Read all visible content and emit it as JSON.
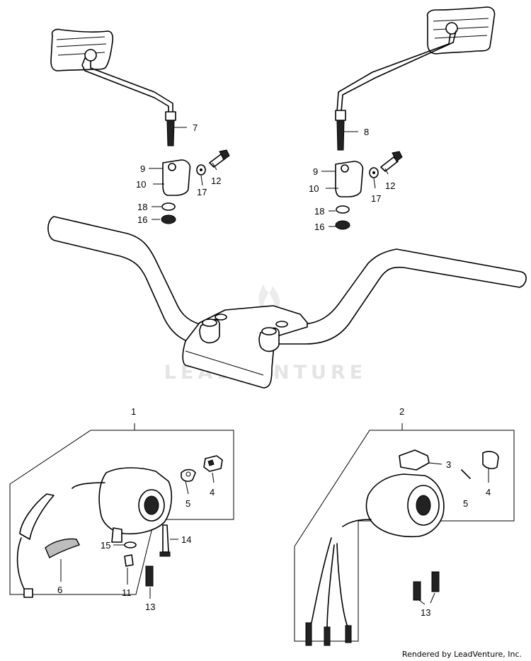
{
  "callouts": {
    "c1": "1",
    "c2": "2",
    "c3": "3",
    "c4a": "4",
    "c4b": "4",
    "c5a": "5",
    "c5b": "5",
    "c6": "6",
    "c7": "7",
    "c8": "8",
    "c9a": "9",
    "c9b": "9",
    "c10a": "10",
    "c10b": "10",
    "c11": "11",
    "c12a": "12",
    "c12b": "12",
    "c13a": "13",
    "c13b": "13",
    "c14": "14",
    "c15": "15",
    "c16a": "16",
    "c16b": "16",
    "c17a": "17",
    "c17b": "17",
    "c18a": "18",
    "c18b": "18"
  },
  "watermark": "LEADVENTURE",
  "footer": "Rendered by LeadVenture, Inc.",
  "colors": {
    "line": "#000000",
    "watermark": "#e4e4e4",
    "background": "#ffffff"
  }
}
